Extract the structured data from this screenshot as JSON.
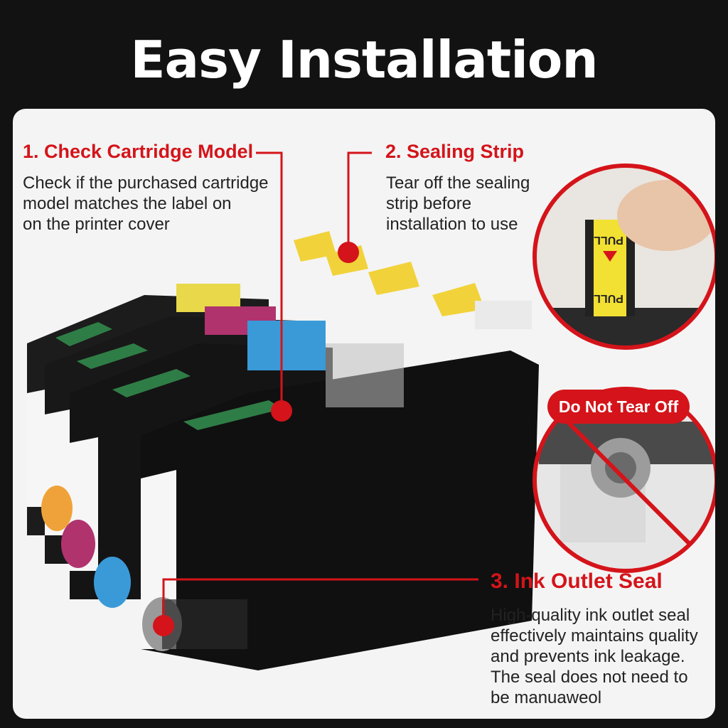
{
  "title": "Easy Installation",
  "steps": [
    {
      "heading": "1. Check Cartridge Model",
      "lines": [
        "Check if the purchased cartridge",
        "model matches the label on",
        "on the printer cover"
      ]
    },
    {
      "heading": "2. Sealing Strip",
      "lines": [
        "Tear off the sealing",
        "strip before",
        "installation to use"
      ]
    },
    {
      "heading": "3. Ink Outlet Seal",
      "lines": [
        "High-quality ink outlet seal",
        "effectively maintains quality",
        "and prevents ink leakage.",
        "The seal does not need to",
        "be manuaweol"
      ]
    }
  ],
  "warning_badge": "Do Not Tear Off",
  "tape_label": "PULL",
  "colors": {
    "accent": "#d4141a",
    "cartridge": "#1b1b1b",
    "yellow": "#e8d84a",
    "magenta": "#b0336e",
    "cyan": "#3a9ad8",
    "chip": "#2f7d46"
  }
}
